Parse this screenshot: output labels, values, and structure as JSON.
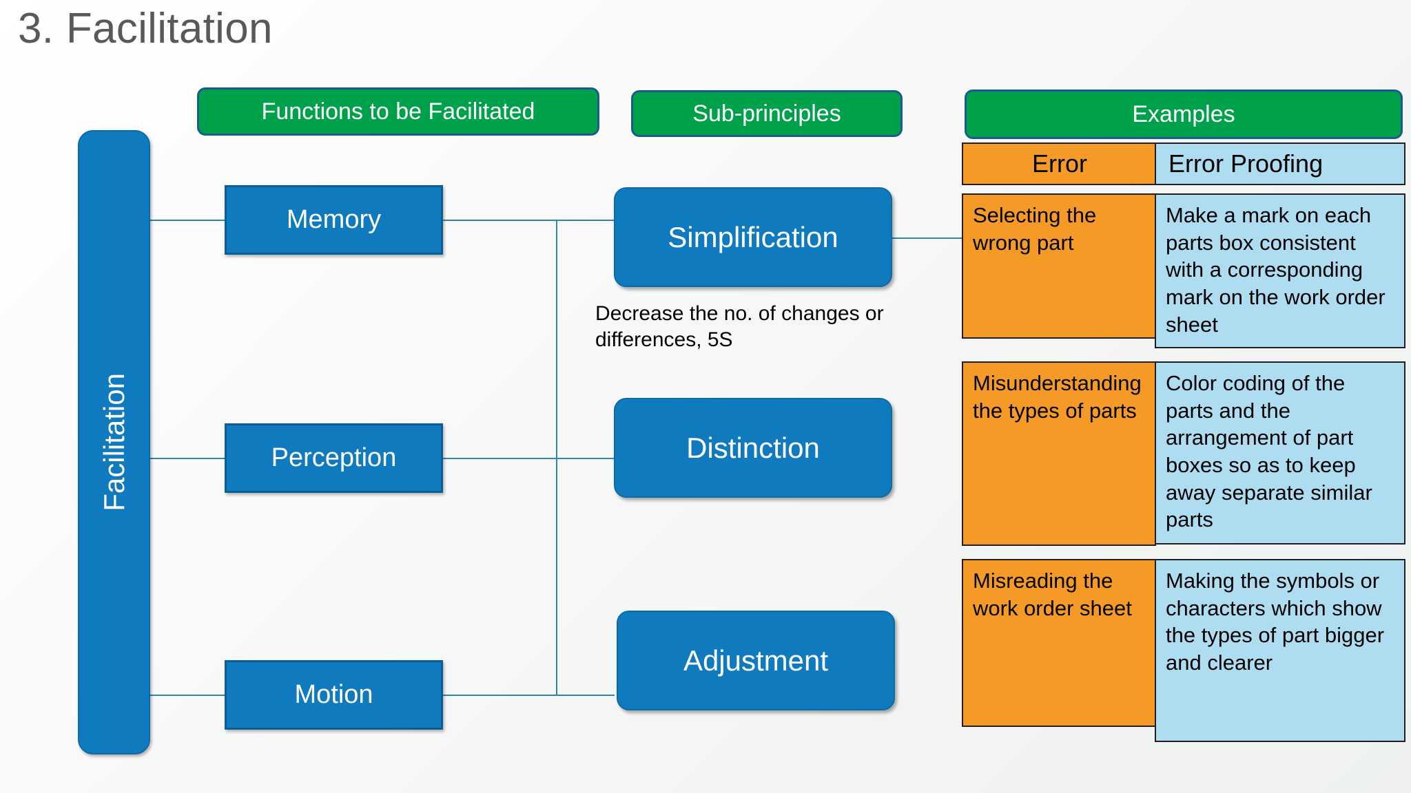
{
  "slide": {
    "title": "3. Facilitation"
  },
  "colors": {
    "green_header": "#00A14B",
    "header_border": "#1B5A8E",
    "blue_box": "#0F7BBE",
    "blue_border": "#0B5E93",
    "error_cell": "#F59A27",
    "proofing_cell": "#AEDCF0",
    "connector": "#2E86AB",
    "title_text": "#58595b"
  },
  "root": {
    "label": "Facilitation"
  },
  "headers": [
    {
      "label": "Functions to be Facilitated"
    },
    {
      "label": "Sub-principles"
    },
    {
      "label": "Examples"
    }
  ],
  "functions": [
    {
      "label": "Memory"
    },
    {
      "label": "Perception"
    },
    {
      "label": "Motion"
    }
  ],
  "subprinciples": [
    {
      "label": "Simplification",
      "caption": "Decrease the no. of changes or differences, 5S"
    },
    {
      "label": "Distinction",
      "caption": ""
    },
    {
      "label": "Adjustment",
      "caption": ""
    }
  ],
  "examples_table": {
    "columns": [
      "Error",
      "Error Proofing"
    ],
    "rows": [
      {
        "error": "Selecting the wrong part",
        "proofing": "Make a mark on each parts box consistent with a corresponding mark on the work order sheet"
      },
      {
        "error": "Misunderstanding the types of parts",
        "proofing": "Color coding of the parts and the arrangement of part boxes so as to keep away separate similar parts"
      },
      {
        "error": "Misreading the work order sheet",
        "proofing": "Making the symbols or characters which show the types of part bigger and clearer"
      }
    ]
  }
}
